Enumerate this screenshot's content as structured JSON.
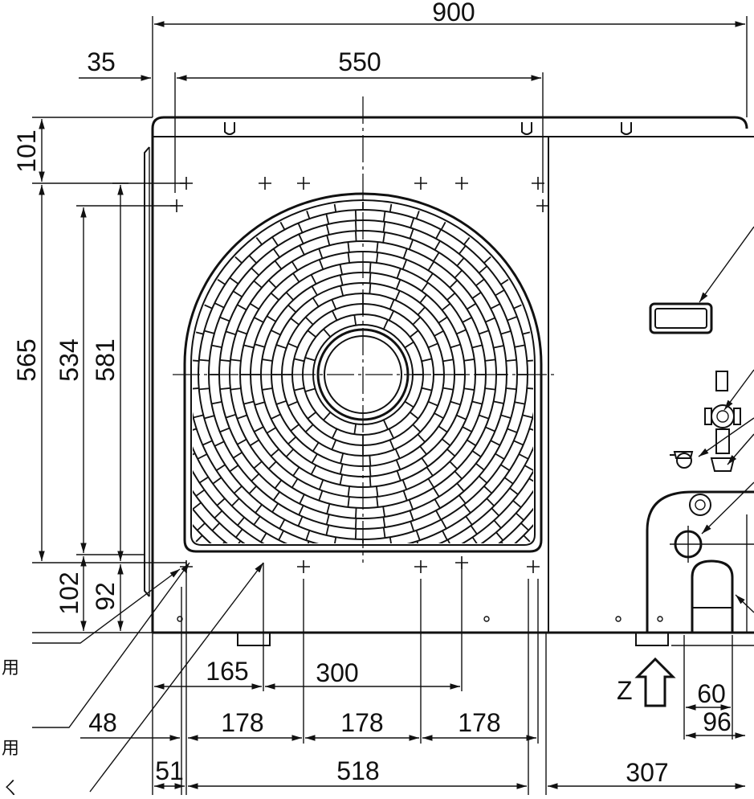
{
  "drawing": {
    "dimensions_top": {
      "overall_width": "900",
      "offset_left": "35",
      "hole_span": "550"
    },
    "dimensions_left": {
      "top_offset": "101",
      "h565": "565",
      "h534": "534",
      "h581": "581",
      "bottom102": "102",
      "bottom92": "92"
    },
    "dimensions_bottom": {
      "row1": [
        "165",
        "300"
      ],
      "row2": [
        "48",
        "178",
        "178",
        "178"
      ],
      "row3": [
        "51",
        "518",
        "307"
      ]
    },
    "dimensions_right": {
      "d60": "60",
      "d96": "96"
    },
    "view_label": "Z",
    "side_labels": {
      "yo1": "用",
      "yo2": "用",
      "ku": "ㄑ"
    }
  }
}
